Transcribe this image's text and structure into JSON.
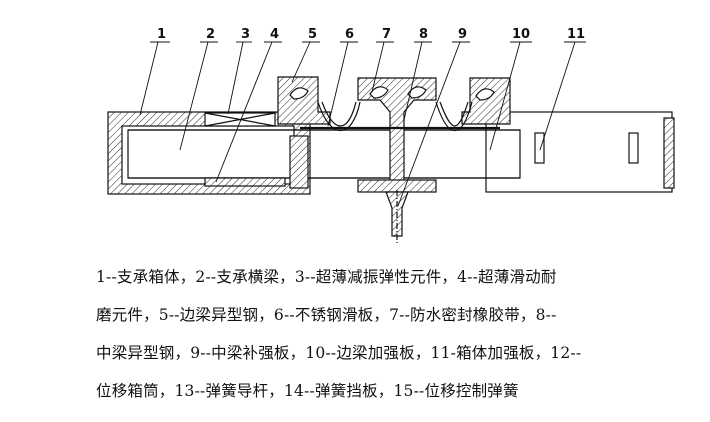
{
  "callouts": [
    "1",
    "2",
    "3",
    "4",
    "5",
    "6",
    "7",
    "8",
    "9",
    "10",
    "11"
  ],
  "legend_lines": [
    "1--支承箱体，2--支承横梁，3--超薄减振弹性元件，4--超薄滑动耐",
    "磨元件，5--边梁异型钢，6--不锈钢滑板，7--防水密封橡胶带，8--",
    "中梁异型钢，9--中梁补强板，10--边梁加强板，11-箱体加强板，12--",
    "位移箱筒，13--弹簧导杆，14--弹簧挡板，15--位移控制弹簧"
  ]
}
